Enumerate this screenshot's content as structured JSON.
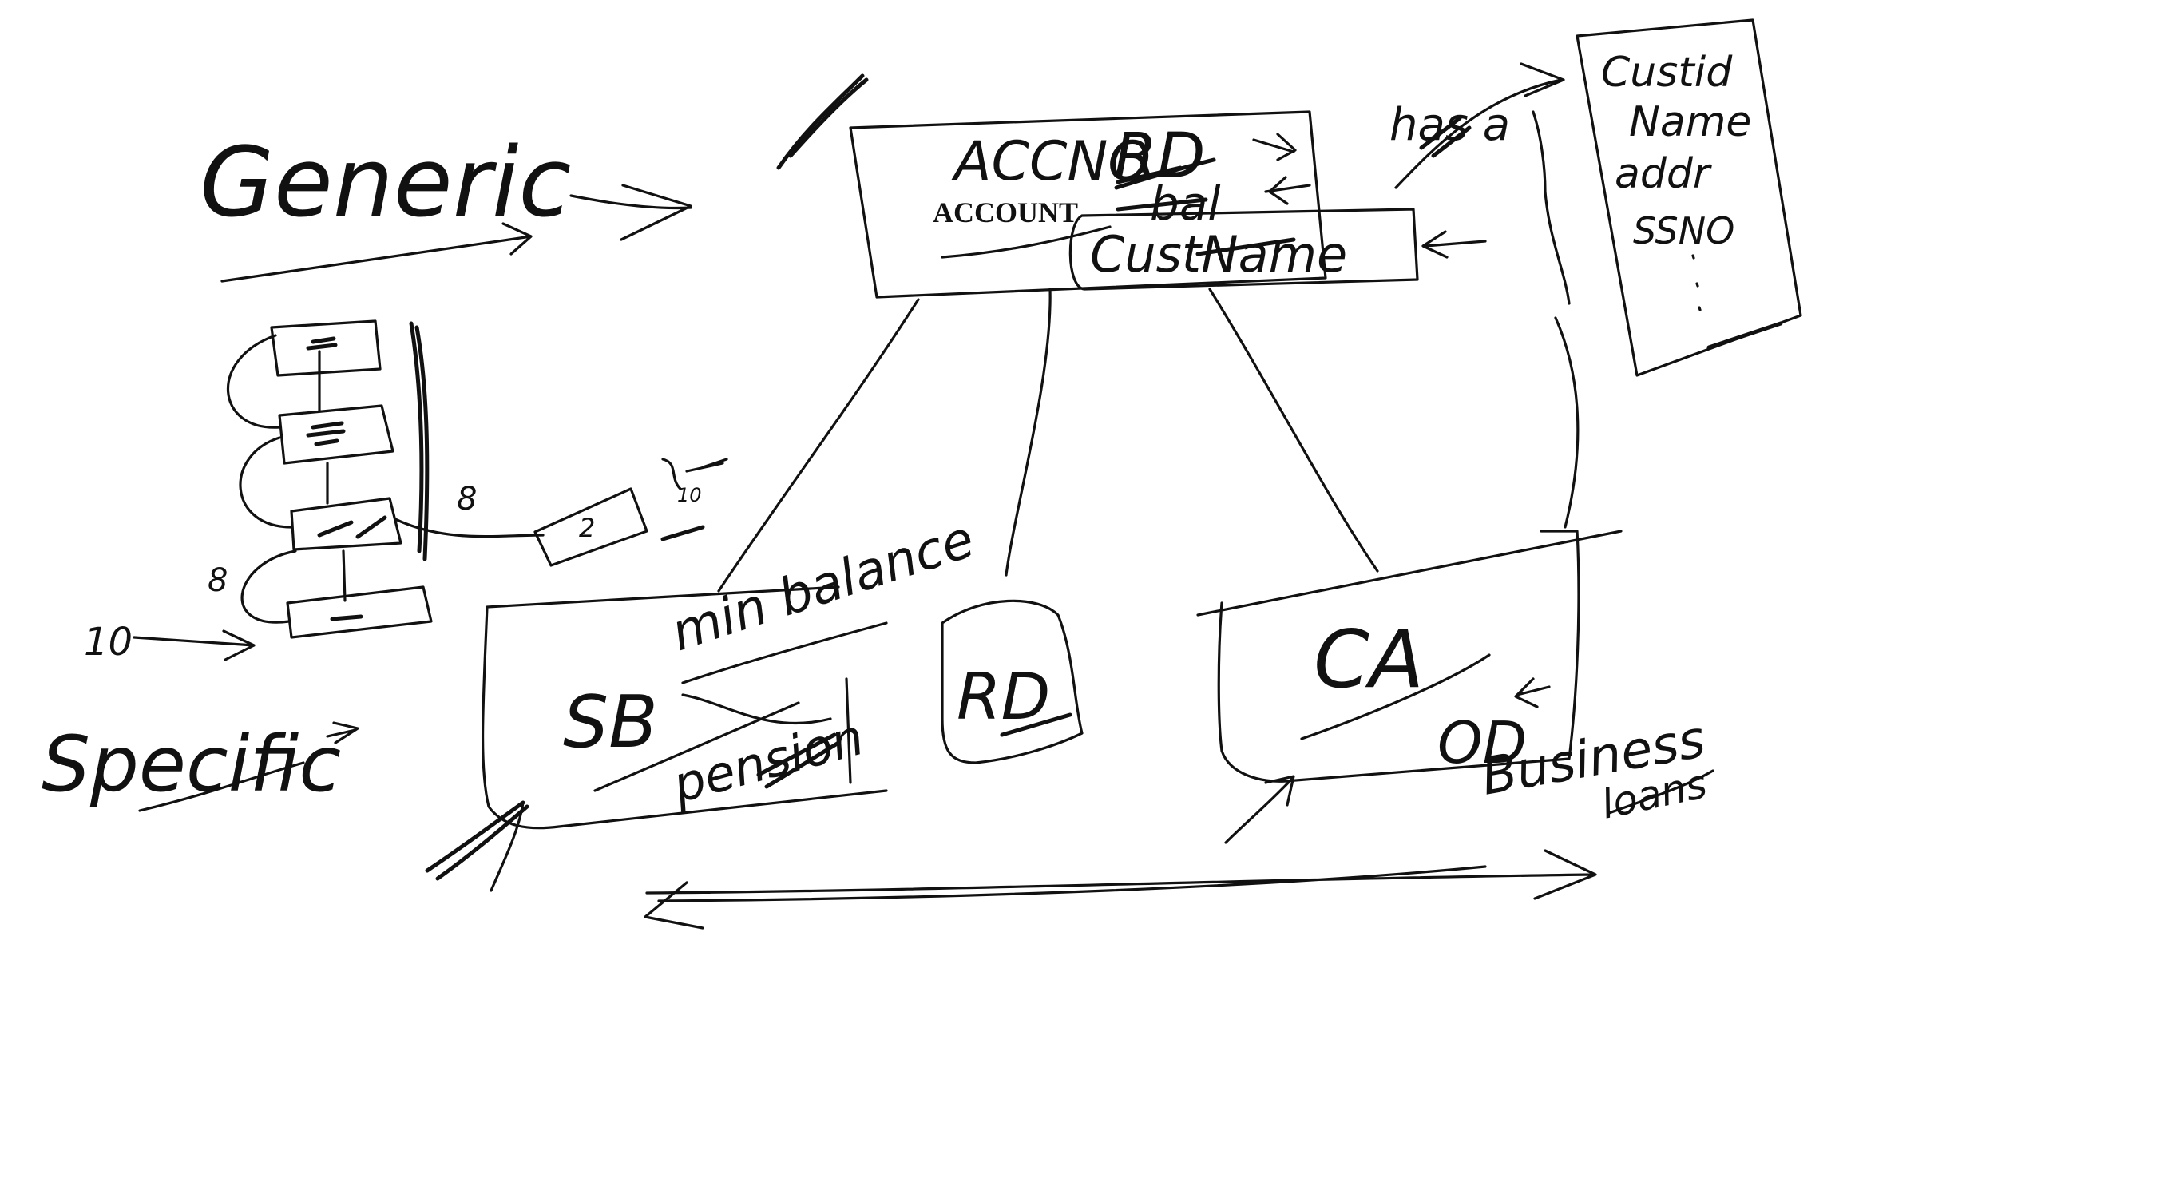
{
  "diagram": {
    "ink_color": "#111111",
    "background": "#ffffff",
    "labels": {
      "generic": "Generic",
      "specific": "Specific",
      "account_typed": "ACCOUNT",
      "account_handwritten": "ACCNO",
      "rd_top": "RD",
      "bal": "bal",
      "custname": "CustName",
      "has_a": "has a",
      "customer_fields": [
        "Custid",
        "Name",
        "addr",
        "SSNO"
      ],
      "sb": "SB",
      "min_balance": "min balance",
      "pension": "pension",
      "rd_box": "RD",
      "ca": "CA",
      "od": "OD",
      "business": "Business",
      "loans": "loans",
      "num_8_a": "8",
      "num_8_b": "8",
      "num_2": "2",
      "num_10_a": "10",
      "num_10_b": "10"
    }
  }
}
